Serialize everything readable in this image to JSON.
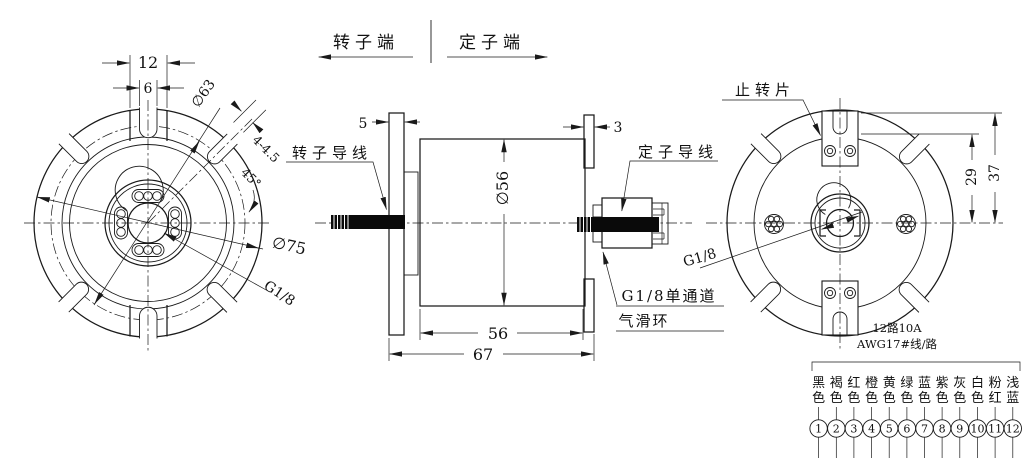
{
  "drawing": {
    "header": {
      "rotor_end": "转子端",
      "stator_end": "定子端"
    },
    "left_view": {
      "dim_tab_width": "12",
      "dim_slot_width": "6",
      "dia_bolt_circle": "∅63",
      "dim_mount_slots": "4-4.5",
      "angle": "45°",
      "dia_outer": "∅75",
      "thread": "G1/8"
    },
    "side_view": {
      "dim_rotor_flange": "5",
      "dim_stator_plate": "3",
      "dia_body": "∅56",
      "dim_body_len": "56",
      "dim_total_len": "67",
      "rotor_wire": "转子导线",
      "stator_wire": "定子导线",
      "fitting_line1": "G1/8单通道",
      "fitting_line2": "气滑环"
    },
    "right_view": {
      "anti_rotation": "止转片",
      "dim_29": "29",
      "dim_37": "37",
      "thread": "G1/8"
    },
    "spec": {
      "line1": "12路10A",
      "line2": "AWG17#线/路"
    },
    "wire_table": {
      "colors": [
        "黑色",
        "褐色",
        "红色",
        "橙色",
        "黄色",
        "绿色",
        "蓝色",
        "紫色",
        "灰色",
        "白色",
        "粉红",
        "浅蓝"
      ],
      "numbers": [
        "1",
        "2",
        "3",
        "4",
        "5",
        "6",
        "7",
        "8",
        "9",
        "10",
        "11",
        "12"
      ]
    }
  }
}
